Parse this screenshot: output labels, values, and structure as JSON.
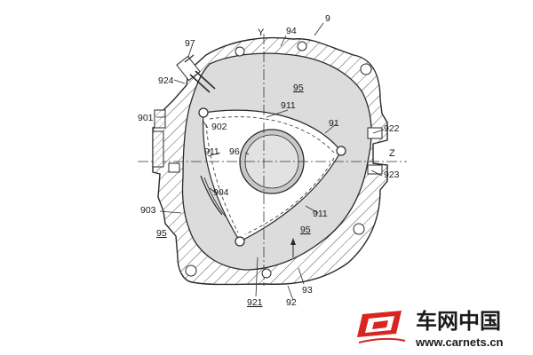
{
  "drawing": {
    "axis_y": "Y",
    "axis_z": "Z",
    "refs": {
      "r9": "9",
      "r94": "94",
      "r97": "97",
      "r924": "924",
      "r95a": "95",
      "r911a": "911",
      "r91": "91",
      "r901": "901",
      "r902": "902",
      "r922": "922",
      "r911b": "911",
      "r96": "96",
      "r923": "923",
      "r904": "904",
      "r903": "903",
      "r911c": "911",
      "r95b": "95",
      "r95c": "95",
      "r921": "921",
      "r92": "92",
      "r93": "93"
    }
  },
  "watermark": {
    "brand_cn": "车网中国",
    "url": "www.carnets.cn"
  }
}
